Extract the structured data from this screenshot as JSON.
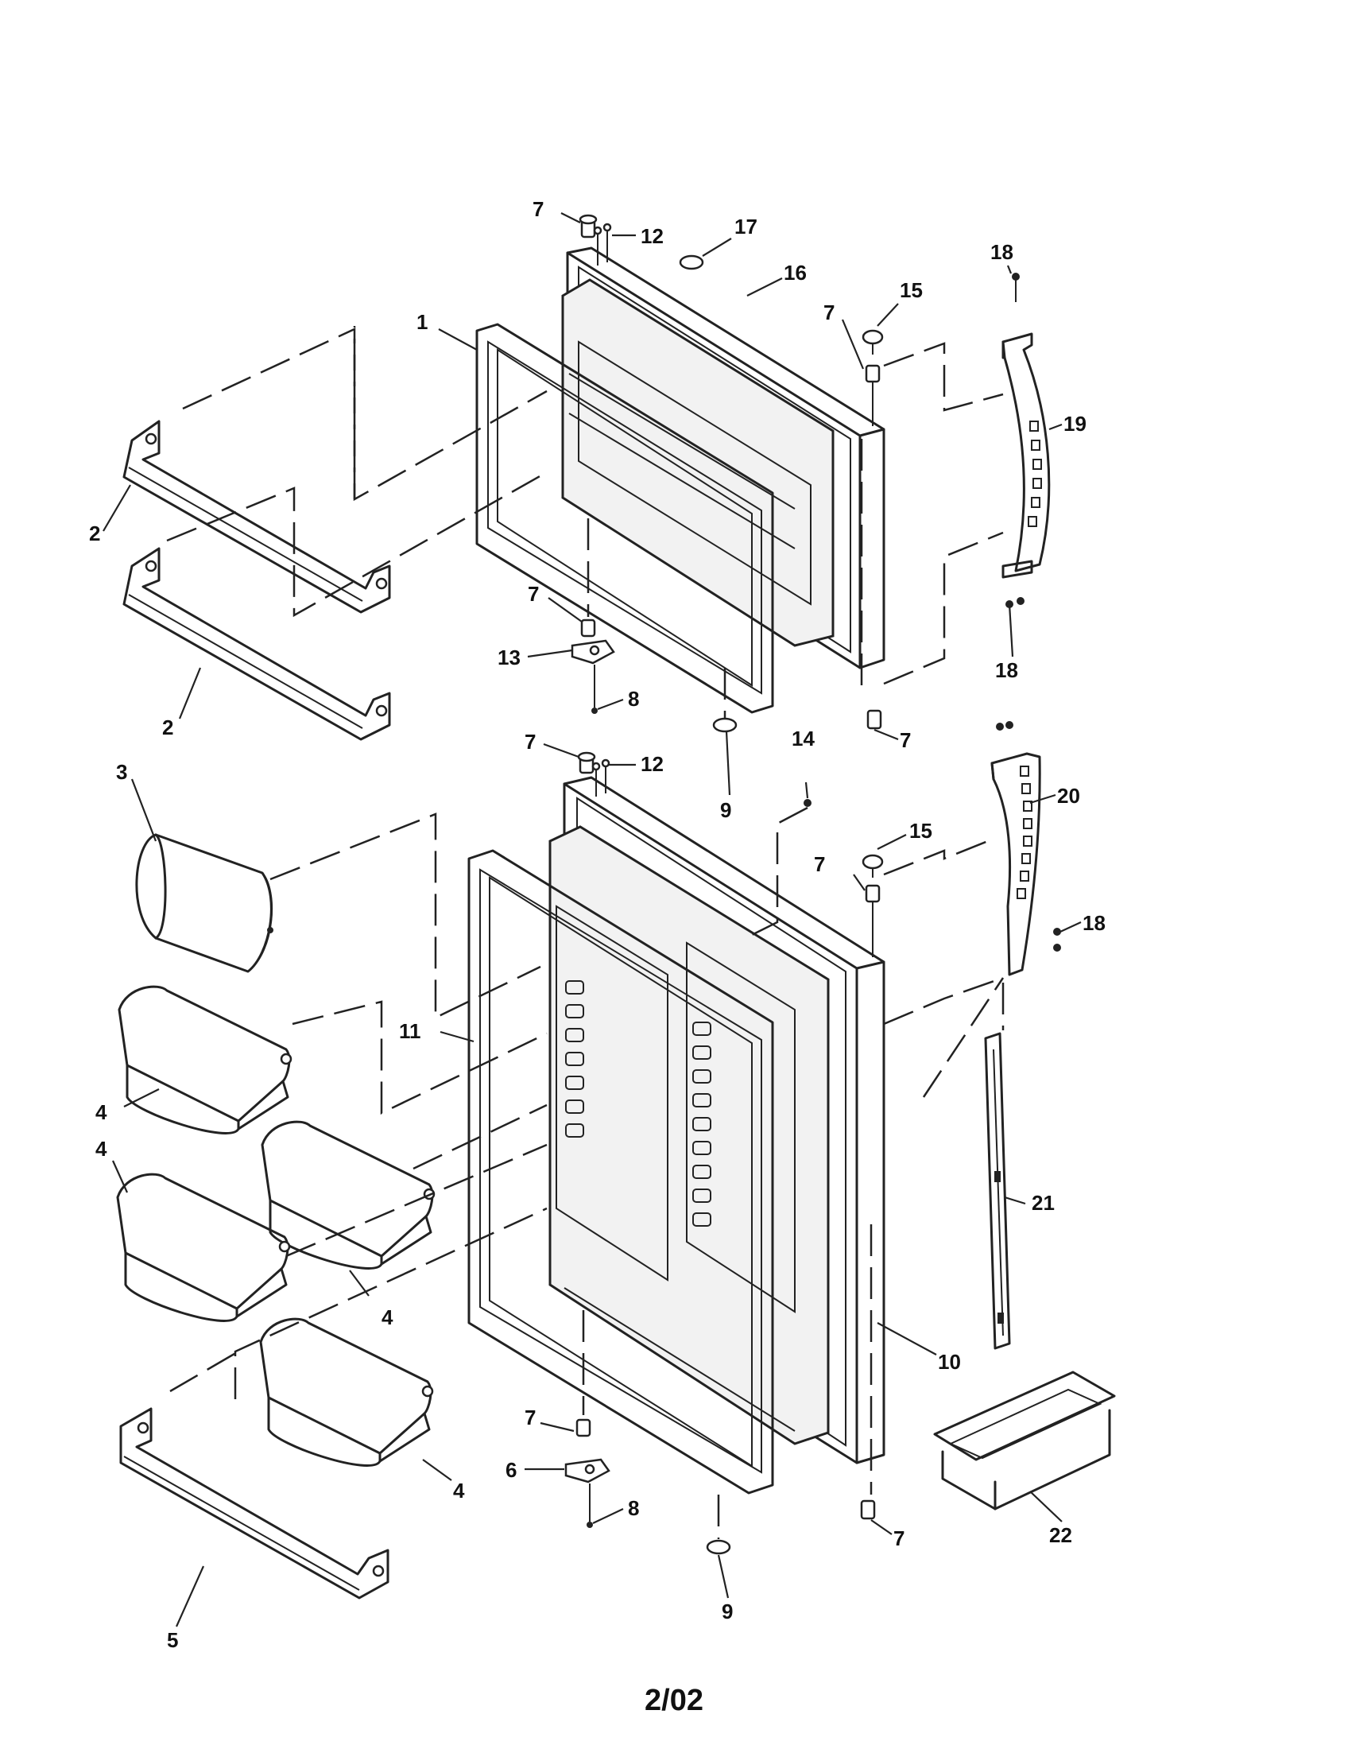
{
  "page": {
    "number": "2/02"
  },
  "callouts": {
    "c1": "1",
    "c2a": "2",
    "c2b": "2",
    "c3": "3",
    "c4a": "4",
    "c4b": "4",
    "c4c": "4",
    "c4d": "4",
    "c5": "5",
    "c6": "6",
    "c7a": "7",
    "c7b": "7",
    "c7c": "7",
    "c7d": "7",
    "c7e": "7",
    "c7f": "7",
    "c7g": "7",
    "c7h": "7",
    "c8a": "8",
    "c8b": "8",
    "c9a": "9",
    "c9b": "9",
    "c10": "10",
    "c11": "11",
    "c12a": "12",
    "c12b": "12",
    "c13": "13",
    "c14": "14",
    "c15a": "15",
    "c15b": "15",
    "c16": "16",
    "c17": "17",
    "c18a": "18",
    "c18b": "18",
    "c18c": "18",
    "c19": "19",
    "c20": "20",
    "c21": "21",
    "c22": "22"
  }
}
